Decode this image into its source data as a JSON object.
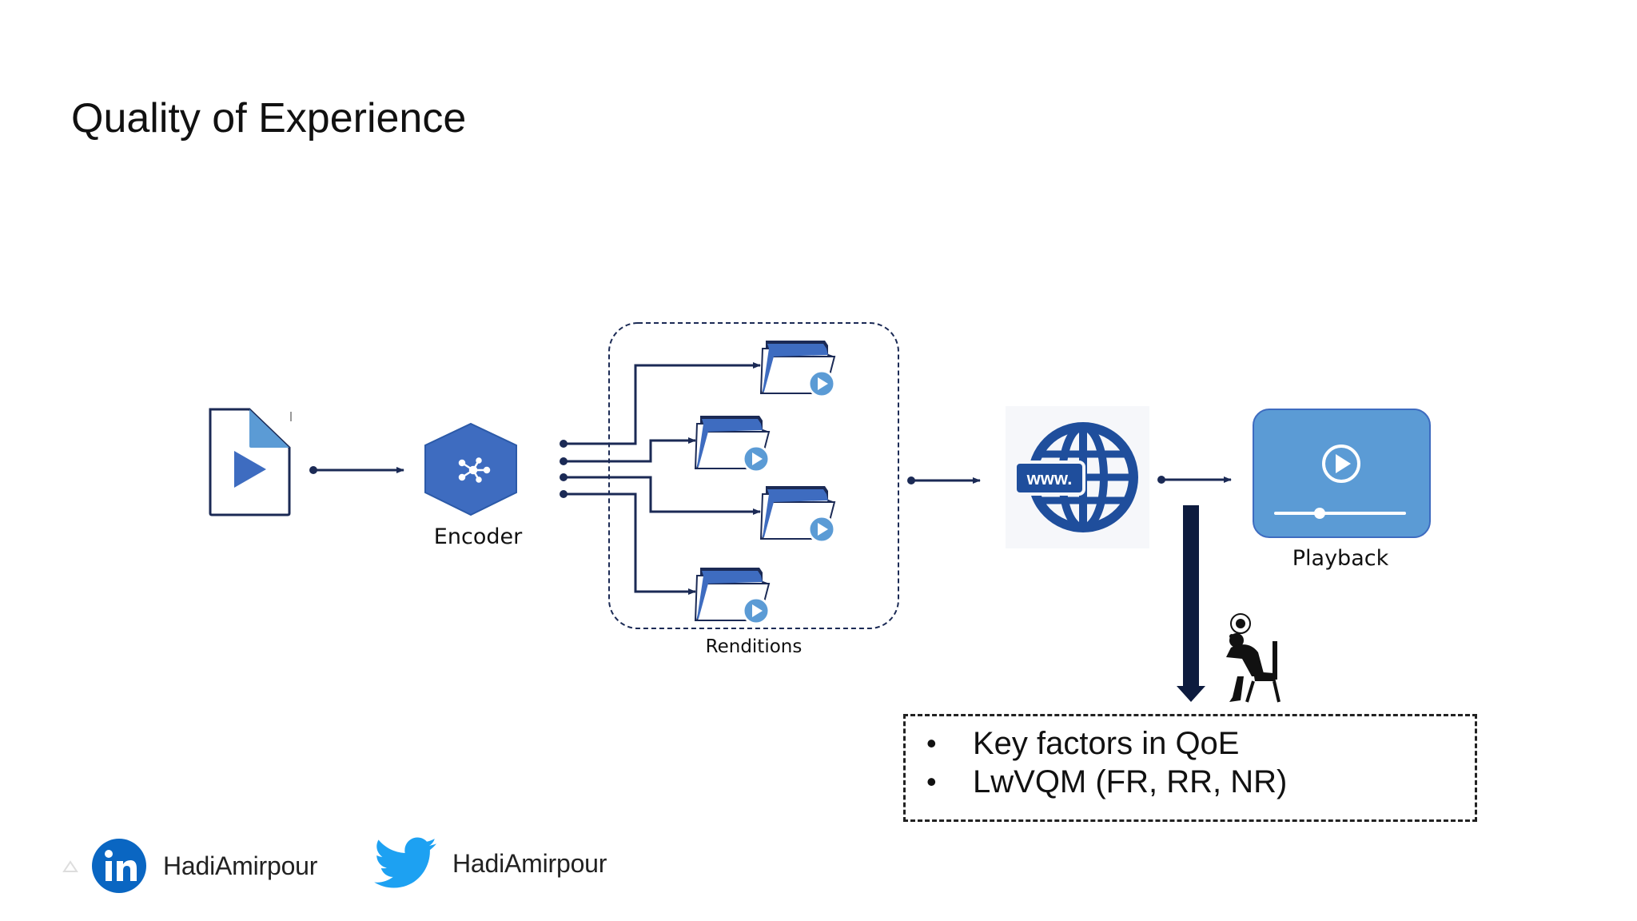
{
  "slide": {
    "title": "Quality of Experience"
  },
  "diagram": {
    "encoder_label": "Encoder",
    "renditions_label": "Renditions",
    "www_label": "www.",
    "playback_label": "Playback"
  },
  "qoe_box": {
    "items": [
      "Key factors in QoE",
      "LwVQM (FR, RR, NR)"
    ]
  },
  "social": {
    "linkedin_handle": "HadiAmirpour",
    "twitter_handle": "HadiAmirpour"
  },
  "colors": {
    "navy": "#1b2a55",
    "blue": "#3e6cc0",
    "light_blue": "#5b9bd5",
    "globe": "#1f4e9c",
    "linkedin": "#0a66c2",
    "twitter": "#1da1f2"
  }
}
